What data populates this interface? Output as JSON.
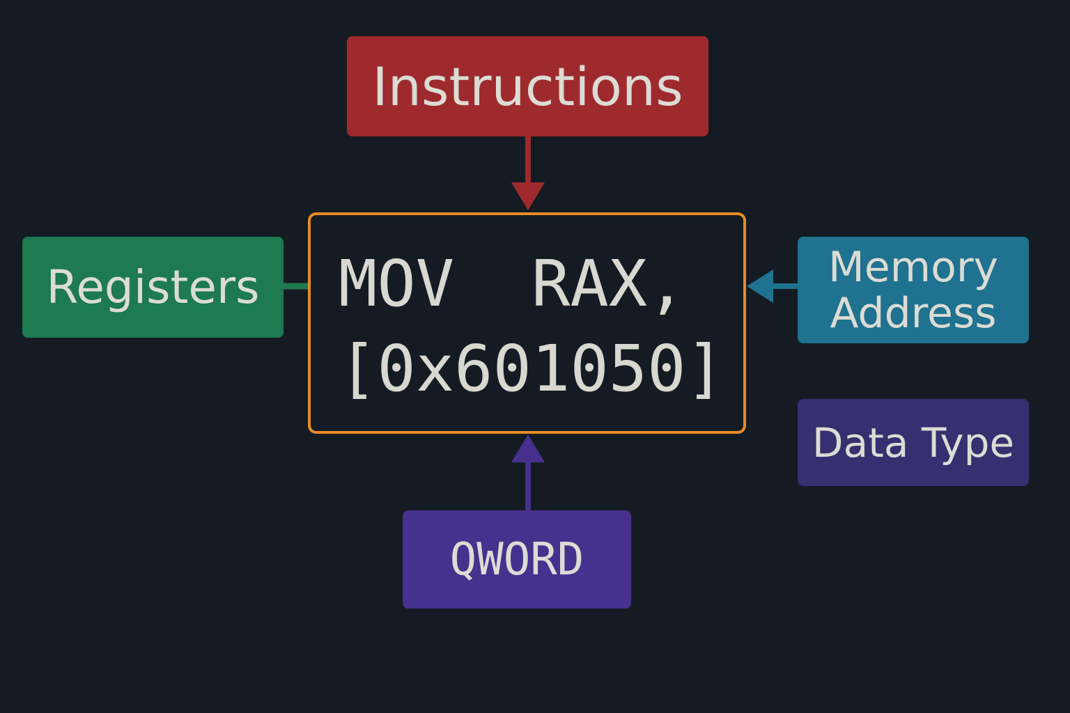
{
  "colors": {
    "background": "#151b23",
    "instructions": "#9e2a2e",
    "registers": "#1e7a50",
    "memory_address": "#1f7290",
    "data_type": "#362f70",
    "qword": "#46318e",
    "frame": "#e88b25",
    "text": "#dcdcd4"
  },
  "instruction": {
    "line1": "MOV  RAX,",
    "line2": "[0x601050]"
  },
  "labels": {
    "instructions": "Instructions",
    "registers": "Registers",
    "memory_address_line1": "Memory",
    "memory_address_line2": "Address",
    "data_type": "Data Type",
    "qword": "QWORD"
  }
}
